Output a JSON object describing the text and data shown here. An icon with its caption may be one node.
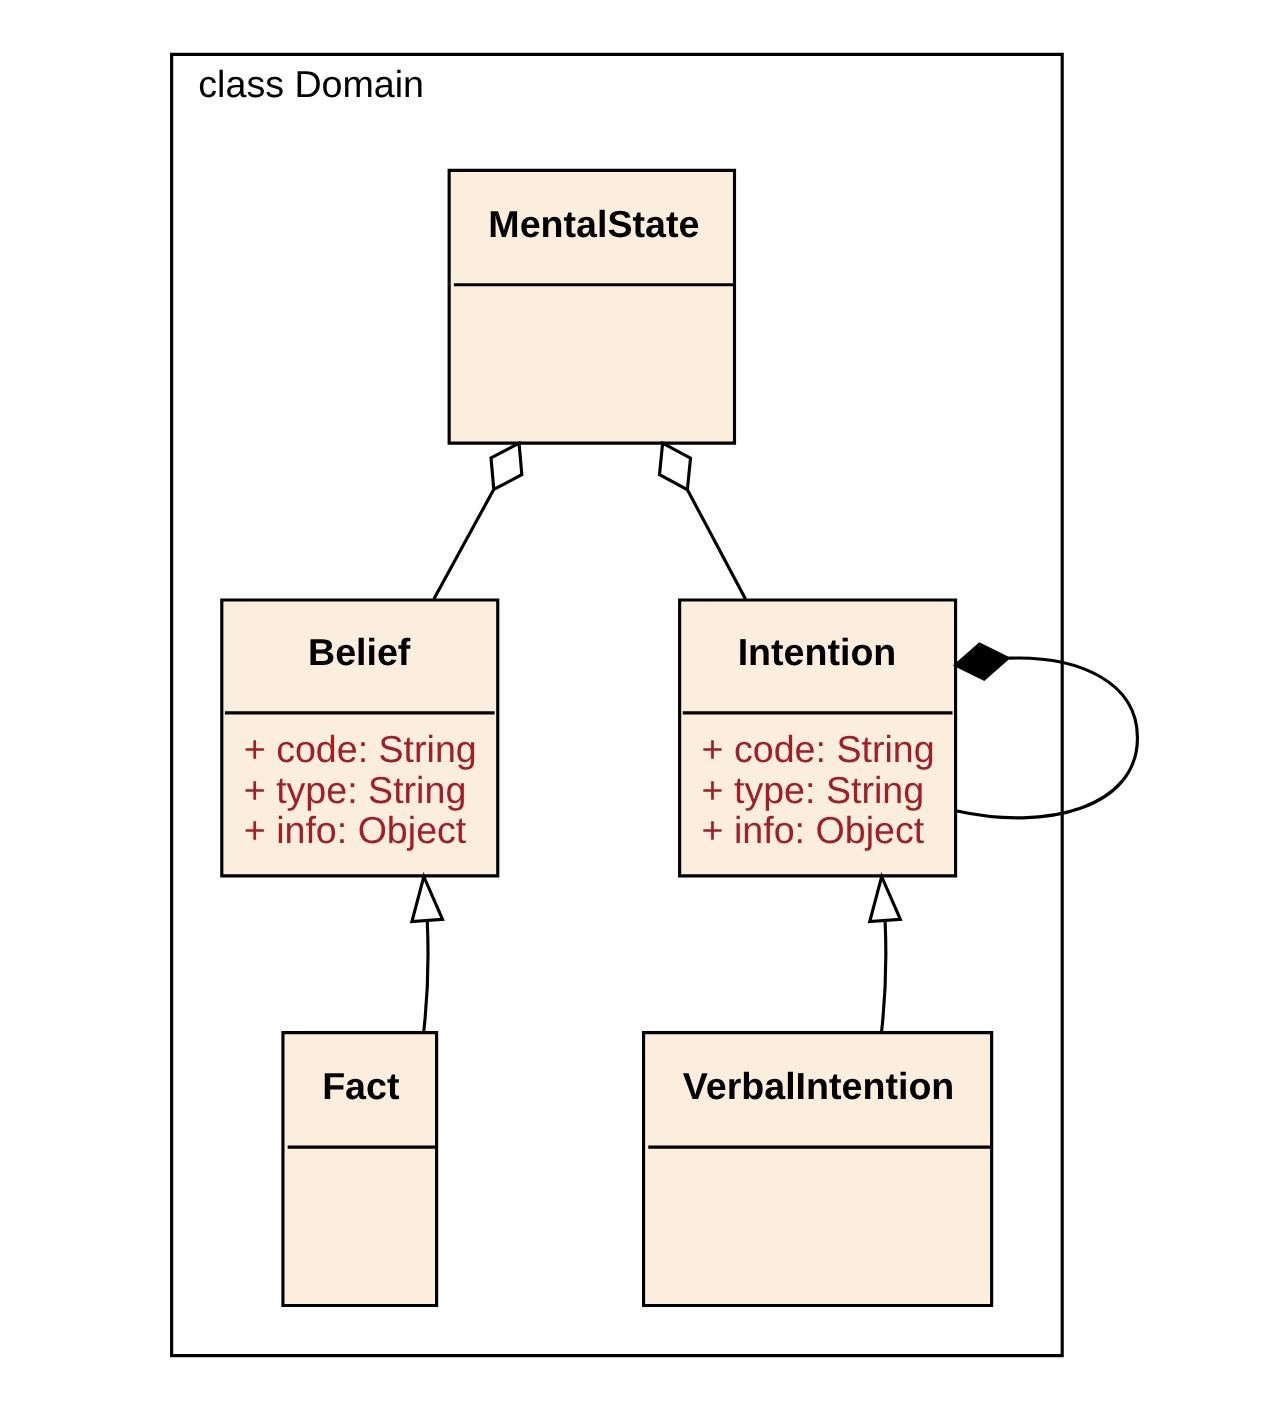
{
  "diagram": {
    "nodes": [
      {
        "text": [
          "class Domain"
        ]
      },
      {
        "text": [
          "MentalState"
        ],
        "in": 0
      },
      {
        "text": [
          "Belief",
          "+ code: String",
          "+ type: String",
          "+ info: Object"
        ],
        "in": 0
      },
      {
        "text": [
          "Intention",
          "+ code: String",
          "+ type: String",
          "+ info: Object"
        ],
        "in": 0
      },
      {
        "text": [
          "Fact"
        ],
        "in": 0
      },
      {
        "text": [
          "VerbalIntention"
        ],
        "in": 0
      }
    ],
    "edges": [
      {
        "from": 1,
        "to": 2,
        "arrow": "other"
      },
      {
        "from": 1,
        "to": 3,
        "arrow": "other"
      },
      {
        "from": 3,
        "to": 3,
        "arrow": "other"
      },
      {
        "from": 4,
        "to": 2,
        "arrow": "to"
      },
      {
        "from": 5,
        "to": 3,
        "arrow": "to"
      }
    ]
  }
}
